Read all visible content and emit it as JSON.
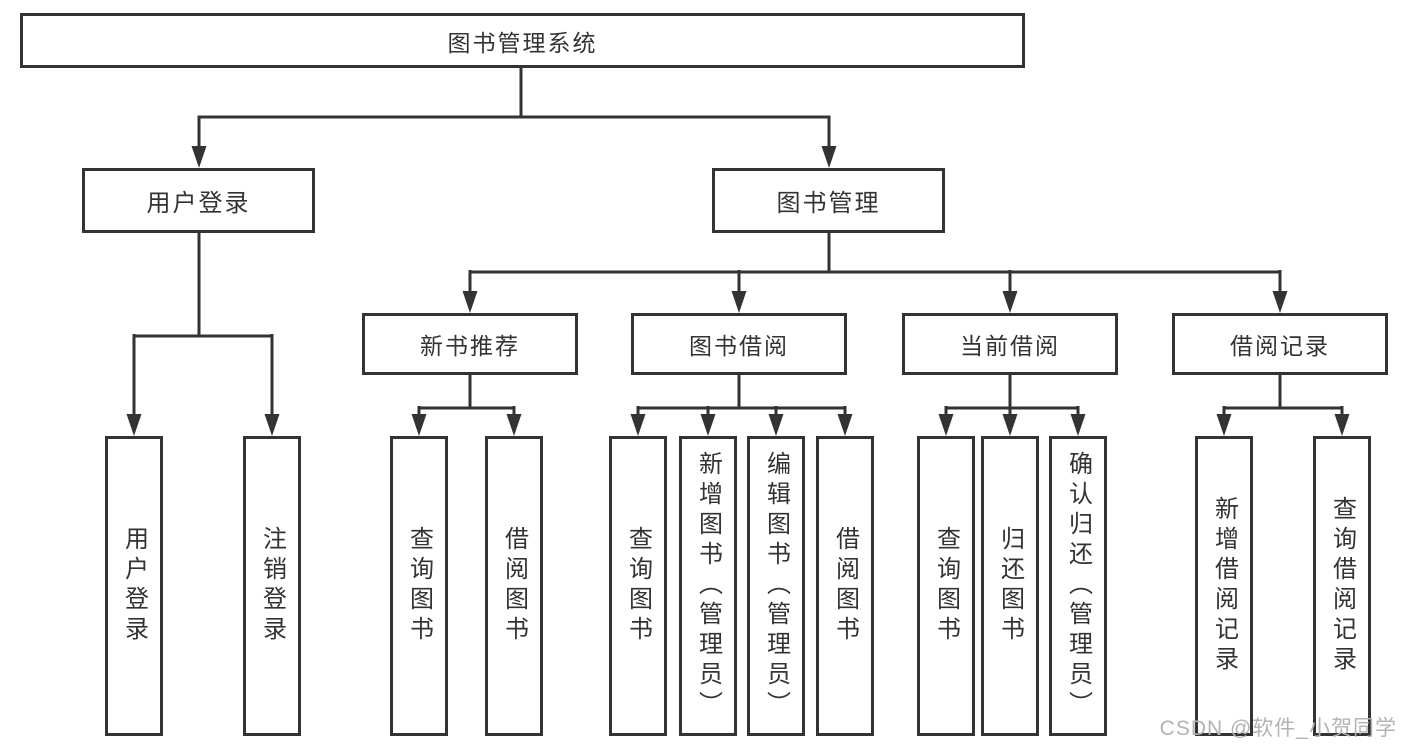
{
  "colors": {
    "line": "#333333",
    "box_border": "#333333",
    "text": "#333333",
    "background": "#ffffff",
    "watermark_text": "#b3b3b3"
  },
  "watermark": {
    "text": "CSDN @软件_小贺同学"
  },
  "tree": {
    "root": {
      "label": "图书管理系统"
    },
    "branches": [
      {
        "label": "用户登录",
        "leaves": [
          "用户登录",
          "注销登录"
        ]
      },
      {
        "label": "图书管理",
        "groups": [
          {
            "label": "新书推荐",
            "leaves": [
              "查询图书",
              "借阅图书"
            ]
          },
          {
            "label": "图书借阅",
            "leaves": [
              "查询图书",
              "新增图书（管理员）",
              "编辑图书（管理员）",
              "借阅图书"
            ]
          },
          {
            "label": "当前借阅",
            "leaves": [
              "查询图书",
              "归还图书",
              "确认归还（管理员）"
            ]
          },
          {
            "label": "借阅记录",
            "leaves": [
              "新增借阅记录",
              "查询借阅记录"
            ]
          }
        ]
      }
    ]
  }
}
